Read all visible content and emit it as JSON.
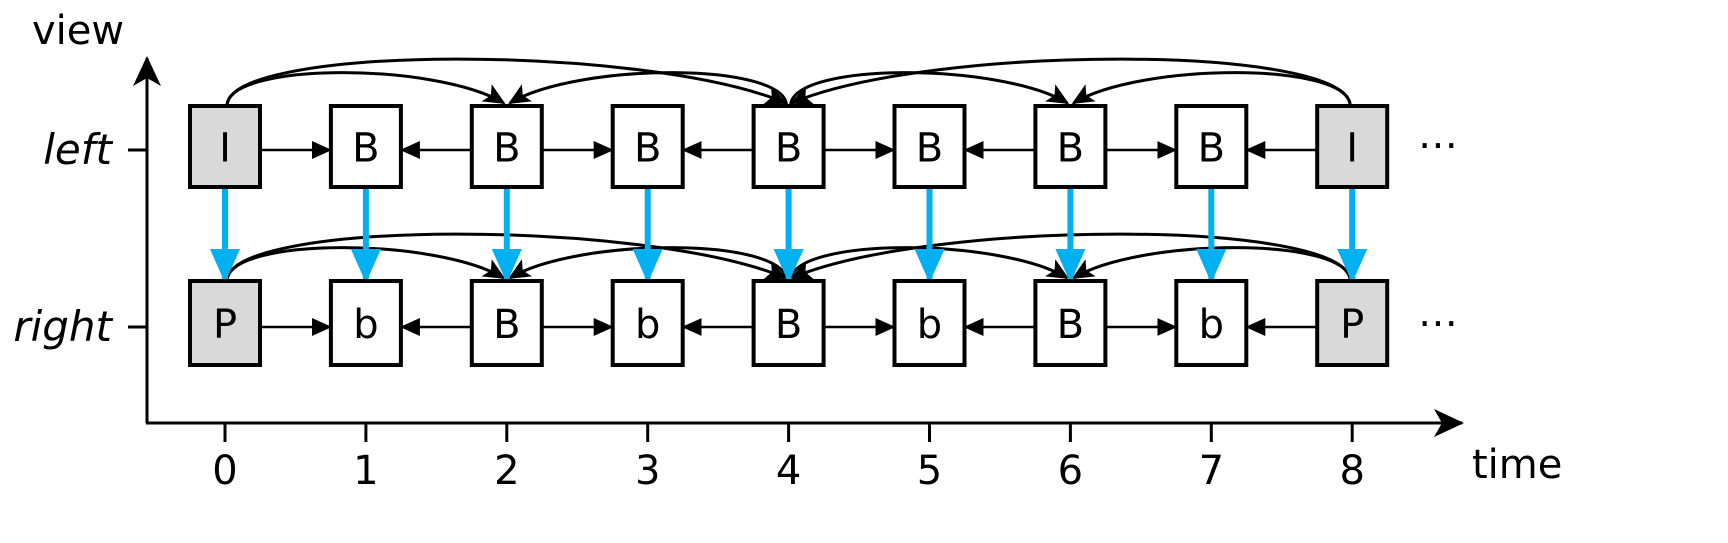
{
  "axes": {
    "y_label": "view",
    "x_label": "time",
    "rows": [
      {
        "key": "left",
        "label": "left"
      },
      {
        "key": "right",
        "label": "right"
      }
    ],
    "time_ticks": [
      "0",
      "1",
      "2",
      "3",
      "4",
      "5",
      "6",
      "7",
      "8"
    ]
  },
  "colors": {
    "anchor_fill": "#d9d9d9",
    "frame_fill": "#ffffff",
    "stroke": "#000000",
    "inter_view_arrow": "#00b0f0"
  },
  "frames": {
    "left": [
      "I",
      "B",
      "B",
      "B",
      "B",
      "B",
      "B",
      "B",
      "I"
    ],
    "right": [
      "P",
      "b",
      "B",
      "b",
      "B",
      "b",
      "B",
      "b",
      "P"
    ]
  },
  "anchor_types": [
    "I",
    "P"
  ],
  "continuation": "⋯",
  "references": {
    "temporal_adjacent": [
      {
        "from": 0,
        "to": 1
      },
      {
        "from": 2,
        "to": 1
      },
      {
        "from": 2,
        "to": 3
      },
      {
        "from": 4,
        "to": 3
      },
      {
        "from": 4,
        "to": 5
      },
      {
        "from": 6,
        "to": 5
      },
      {
        "from": 6,
        "to": 7
      },
      {
        "from": 8,
        "to": 7
      }
    ],
    "temporal_long": [
      {
        "from": 0,
        "to": 2
      },
      {
        "from": 4,
        "to": 2
      },
      {
        "from": 0,
        "to": 4
      },
      {
        "from": 8,
        "to": 4
      },
      {
        "from": 4,
        "to": 6
      },
      {
        "from": 8,
        "to": 6
      }
    ],
    "inter_view": [
      0,
      1,
      2,
      3,
      4,
      5,
      6,
      7,
      8
    ]
  }
}
